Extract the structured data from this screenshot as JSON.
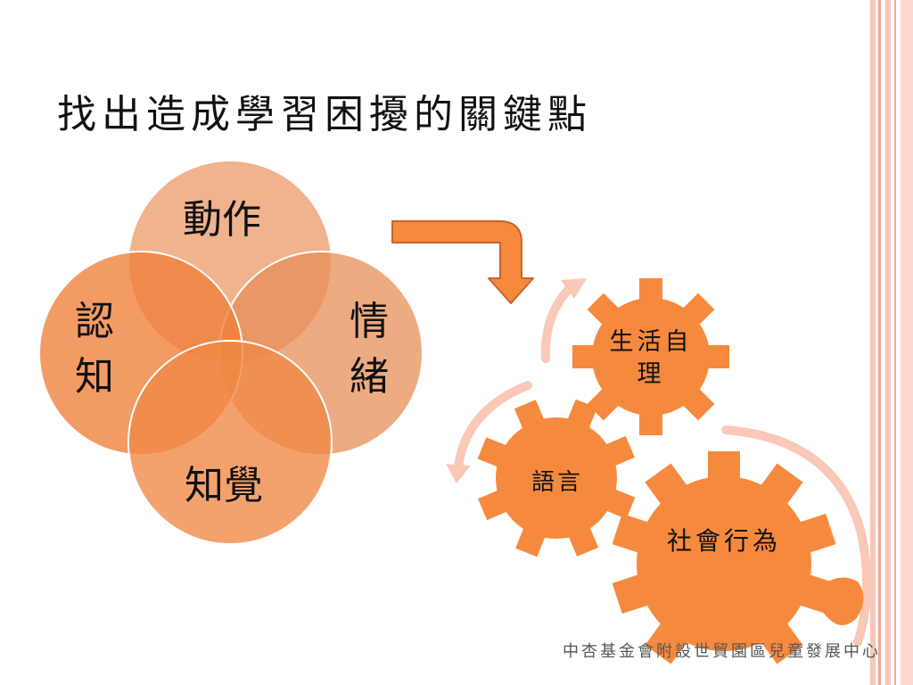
{
  "slide": {
    "title": "找出造成學習困擾的關鍵點",
    "venn": {
      "top": "動作",
      "left": "認知",
      "right": "情緒",
      "bottom": "知覺"
    },
    "gears": {
      "small_top": "生活自理",
      "small_left": "語言",
      "large": "社會行為"
    },
    "footer": "中杏基金會附設世貿園區兒童發展中心"
  },
  "colors": {
    "orange": "#f58a3e",
    "light_orange": "#f0b083",
    "peach_stripe": "#f7c6b9",
    "arc": "#f9c8b6"
  }
}
